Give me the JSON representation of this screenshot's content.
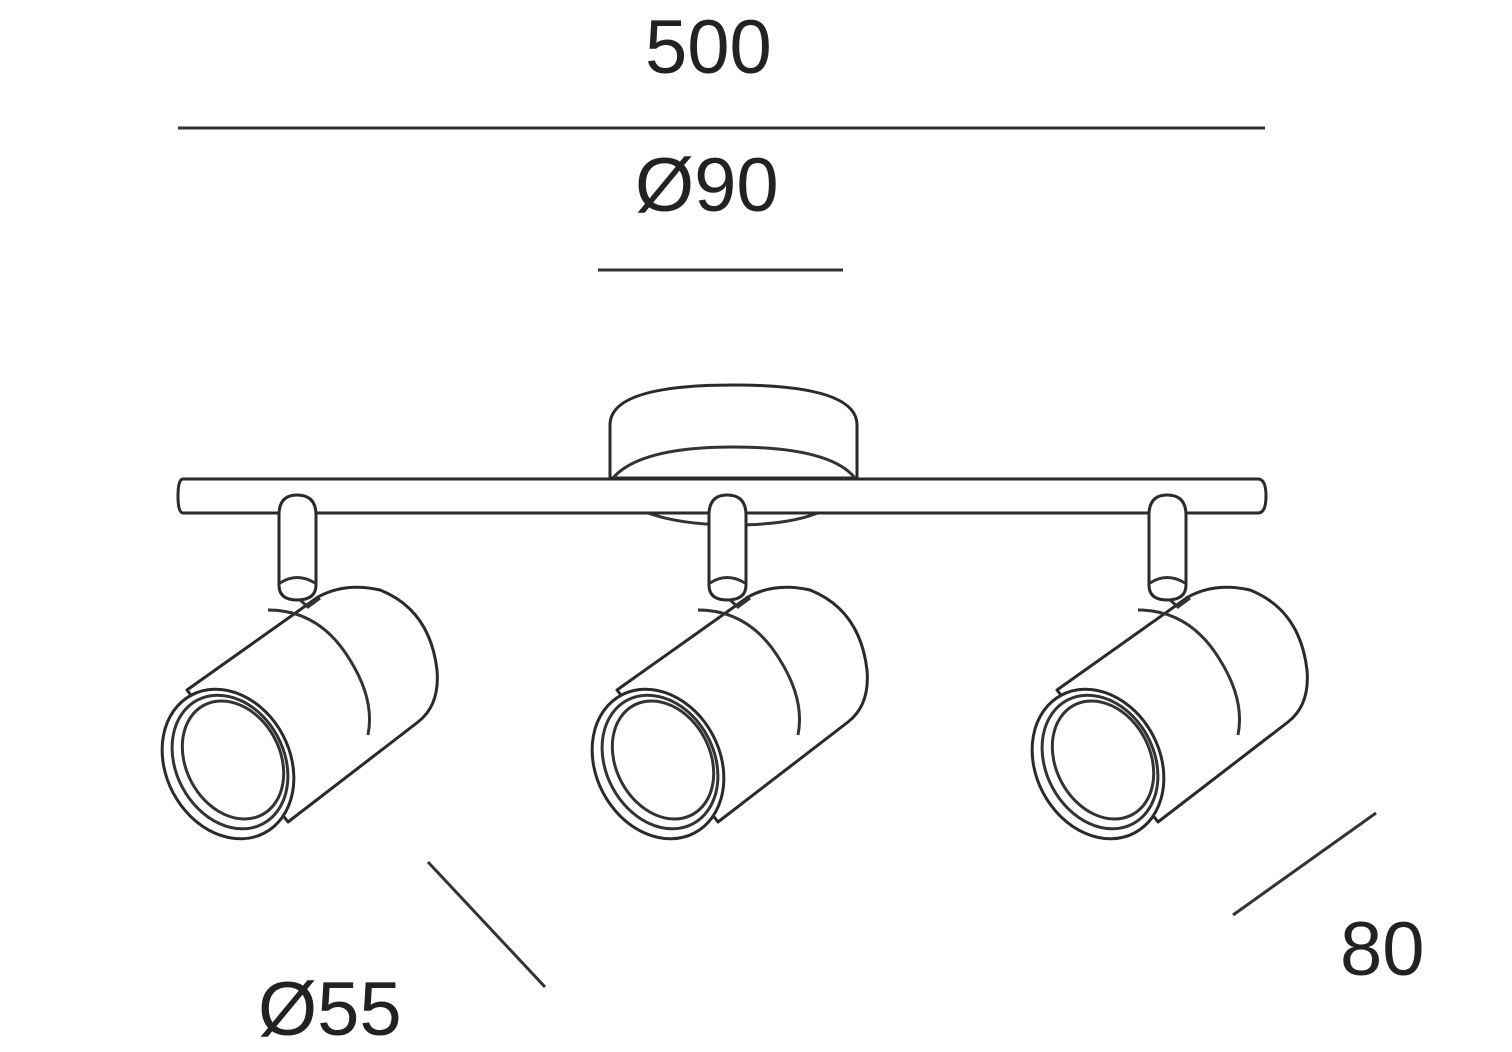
{
  "dimensions": {
    "length": "500",
    "canopy_diameter": "Ø90",
    "spot_diameter": "Ø55",
    "depth": "80"
  },
  "colors": {
    "line": "#2a2a2a",
    "background": "#ffffff"
  },
  "spot_count": 3
}
